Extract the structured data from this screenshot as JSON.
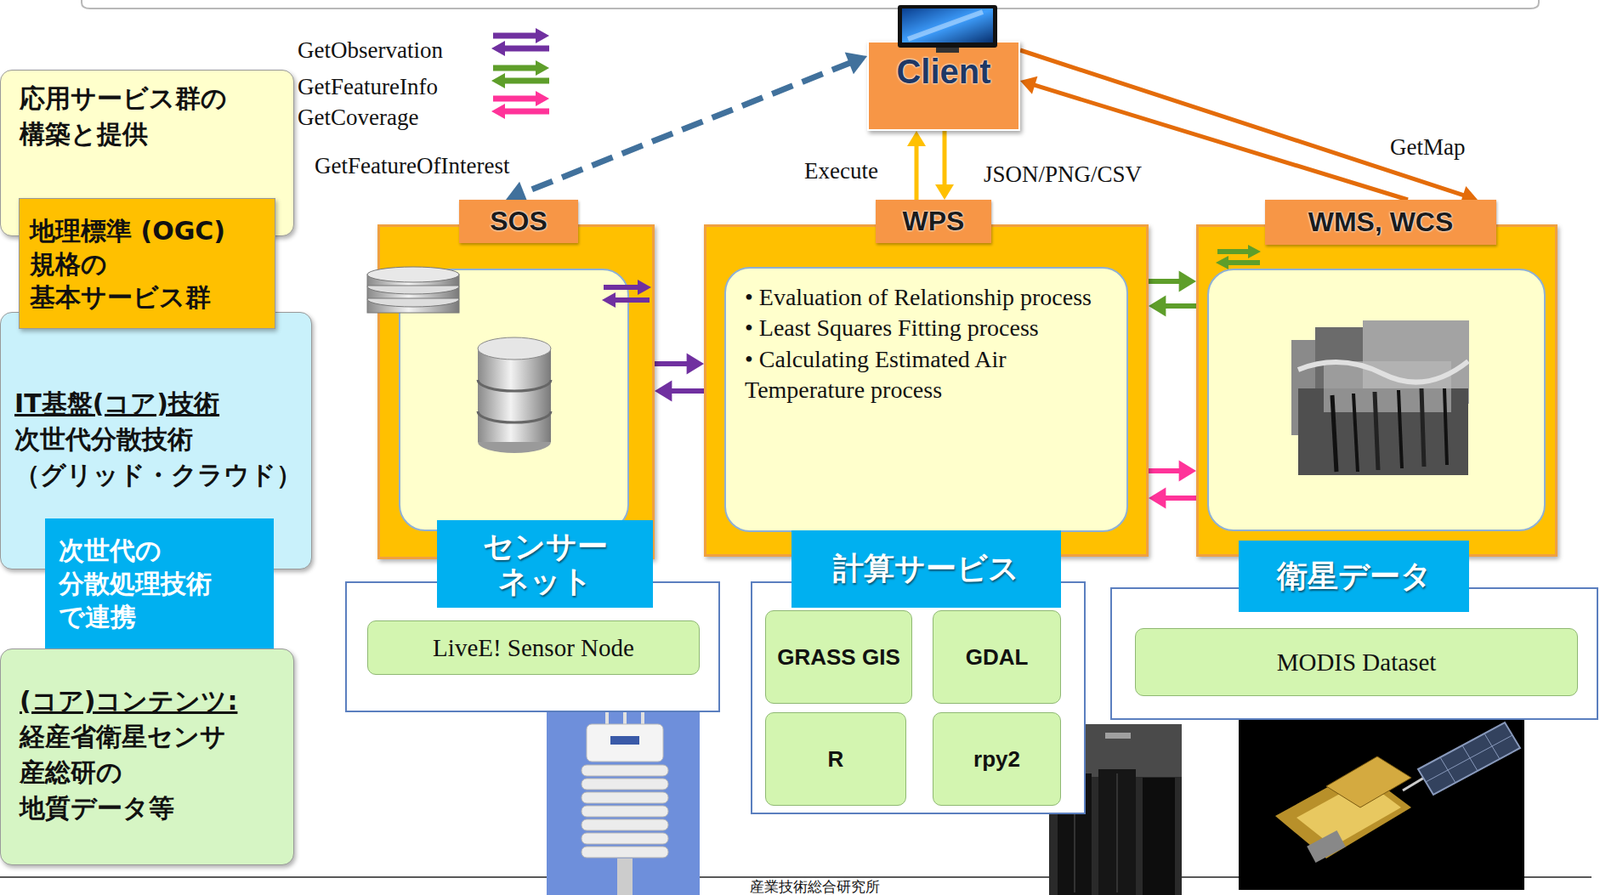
{
  "diagram": {
    "nodes": [
      {
        "text": [
          "応用サービス群の 構築と提供"
        ]
      },
      {
        "text": [
          "地理標準 (OGC)規格の 基本サービス群"
        ]
      },
      {
        "text": [
          "IT基盤(コア)技術",
          "次世代分散技術 （グリッド・クラウド）"
        ]
      },
      {
        "text": [
          "次世代の 分散処理技術 で連携"
        ]
      },
      {
        "text": [
          "(コア)コンテンツ:",
          "経産省衛星センサ 産総研の 地質データ等"
        ]
      },
      {
        "text": [
          "Client"
        ]
      },
      {
        "text": [
          "SOS"
        ]
      },
      {
        "text": [
          "WPS"
        ]
      },
      {
        "text": [
          "• Evaluation of Relationship process",
          "• Least Squares Fitting process",
          "• Calculating Estimated Air Temperature process"
        ],
        "in": 7
      },
      {
        "text": [
          "WMS, WCS"
        ]
      },
      {
        "text": [
          "センサー ネット"
        ]
      },
      {
        "text": [
          "LiveE! Sensor Node"
        ],
        "in": 10
      },
      {
        "text": [
          "計算サービス"
        ]
      },
      {
        "text": [
          "GRASS GIS"
        ],
        "in": 12
      },
      {
        "text": [
          "GDAL"
        ],
        "in": 12
      },
      {
        "text": [
          "R"
        ],
        "in": 12
      },
      {
        "text": [
          "rpy2"
        ],
        "in": 12
      },
      {
        "text": [
          "衛星データ"
        ]
      },
      {
        "text": [
          "MODIS Dataset"
        ],
        "in": 17
      }
    ],
    "edges": [
      {
        "from": 5,
        "to": 6,
        "arrow": "both",
        "label": "GetFeatureOfInterest"
      },
      {
        "from": 7,
        "to": 5,
        "arrow": "to",
        "label": "Execute"
      },
      {
        "from": 5,
        "to": 7,
        "arrow": "to",
        "label": "JSON/PNG/CSV"
      },
      {
        "from": 5,
        "to": 9,
        "arrow": "to",
        "label": "GetMap"
      },
      {
        "from": 9,
        "to": 5,
        "arrow": "to"
      },
      {
        "from": 6,
        "to": 7,
        "arrow": "to"
      },
      {
        "from": 7,
        "to": 6,
        "arrow": "to"
      },
      {
        "from": 7,
        "to": 9,
        "arrow": "to"
      },
      {
        "from": 9,
        "to": 7,
        "arrow": "to"
      },
      {
        "from": 7,
        "to": 9,
        "arrow": "to"
      },
      {
        "from": 9,
        "to": 7,
        "arrow": "to"
      }
    ],
    "labels": [
      "産業技術総合研究所"
    ],
    "legend": [
      {
        "text": "GetObservation"
      },
      {
        "text": "GetFeatureInfo"
      },
      {
        "text": "GetCoverage"
      }
    ]
  }
}
